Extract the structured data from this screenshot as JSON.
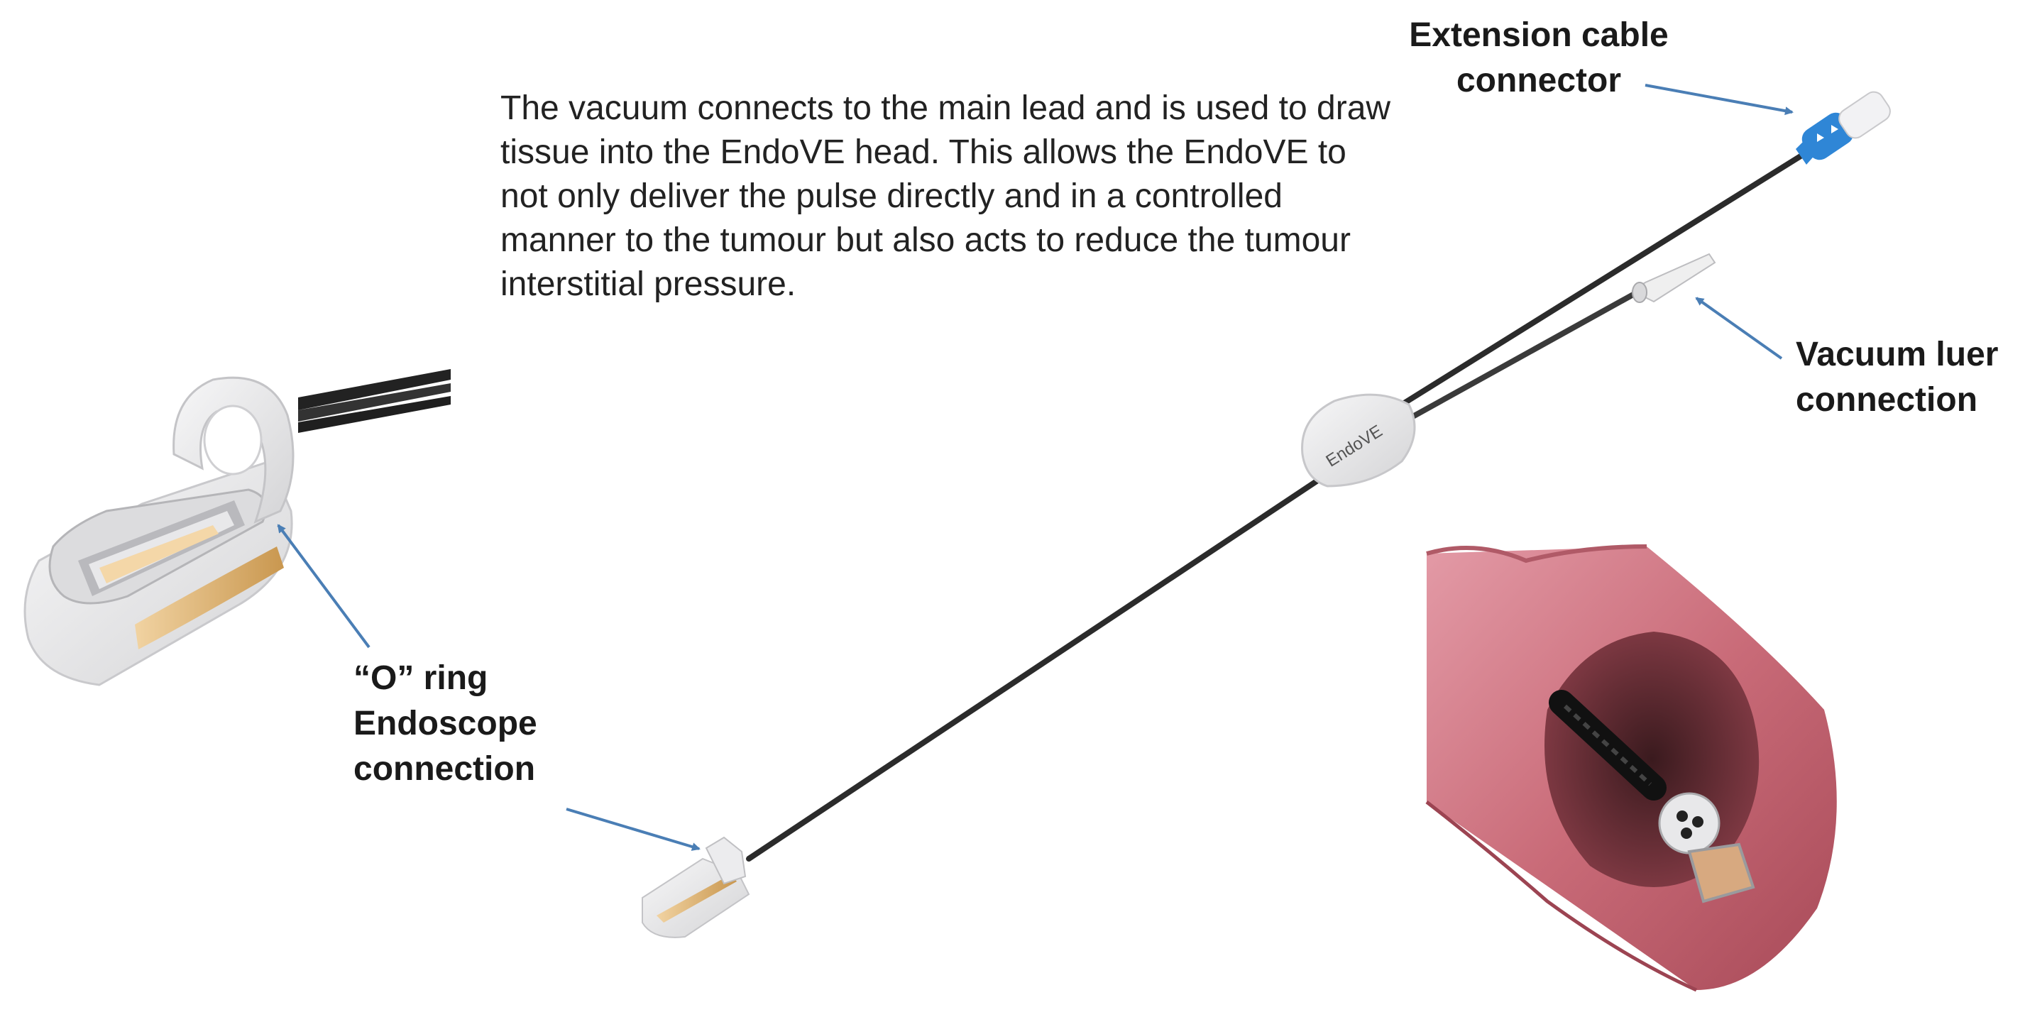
{
  "description": "The vacuum connects to the main lead and is used to draw tissue into the EndoVE head. This allows the EndoVE to not only deliver the pulse directly and in a controlled manner to the tumour but also acts to reduce the tumour interstitial pressure.",
  "labels": {
    "extension_cable": [
      "Extension cable",
      "connector"
    ],
    "vacuum_luer": [
      "Vacuum luer",
      "connection"
    ],
    "o_ring": [
      "“O” ring",
      "Endoscope",
      "connection"
    ]
  },
  "device_brand": "EndoVE",
  "colors": {
    "arrow": "#4a7eb5",
    "cable": "#2b2b2b",
    "connector_blue": "#2f86d6",
    "tissue": "#c96b78",
    "device_body": "#e9e9ea",
    "electrode_gold": "#d7aa6a"
  }
}
